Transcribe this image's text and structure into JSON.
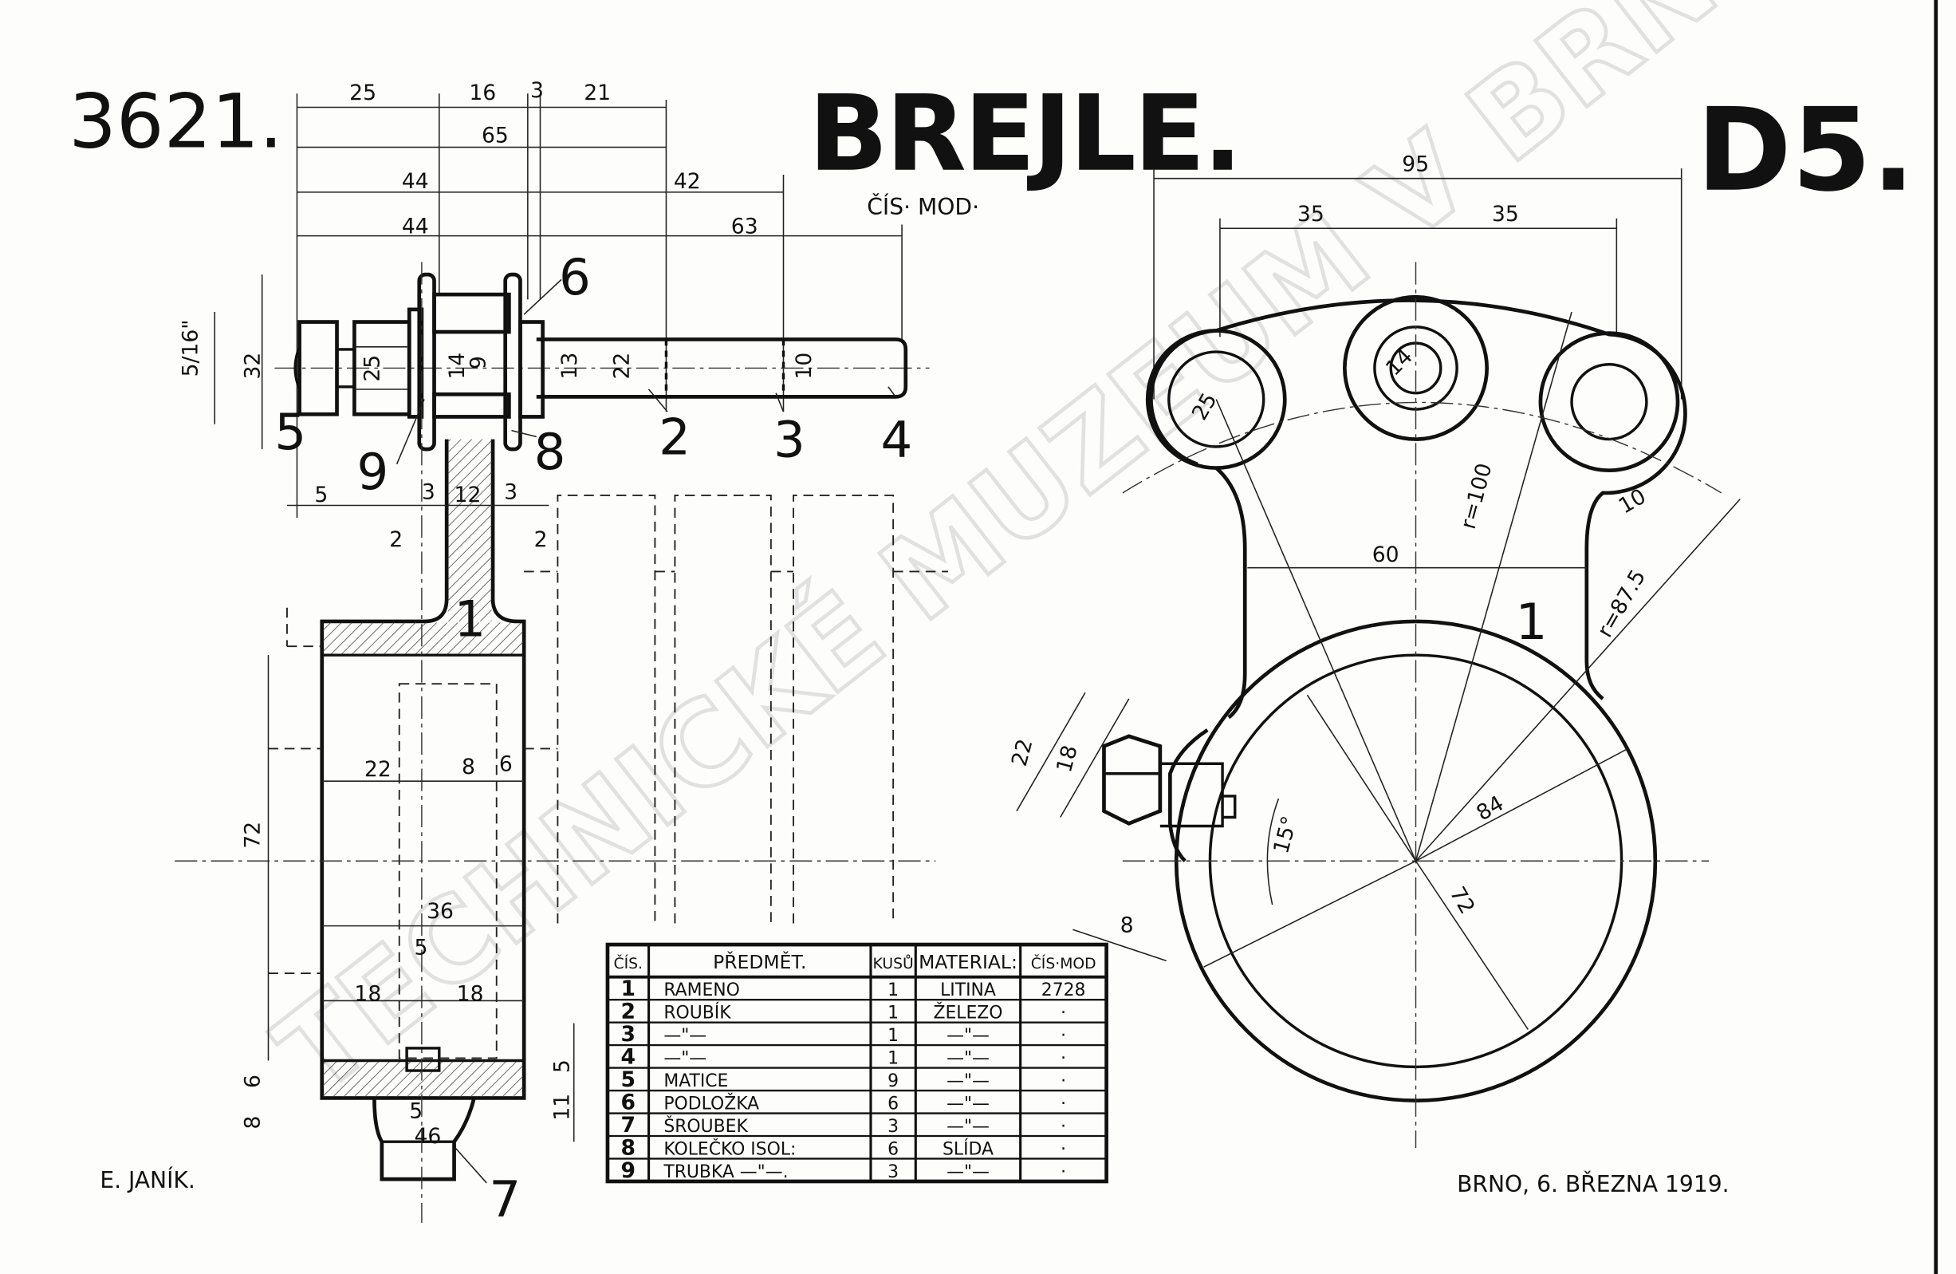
{
  "header": {
    "drawing_number": "3621.",
    "title": "BREJLE.",
    "sheet": "D5.",
    "model_label": "ČÍS· MOD·"
  },
  "footer": {
    "author": "E. JANÍK.",
    "place_date": "BRNO, 6. BŘEZNA 1919."
  },
  "watermark": "TECHNICKÉ MUZEUM V BRNĚ",
  "side_view": {
    "top_dims": [
      "25",
      "16",
      "3",
      "21",
      "65",
      "44",
      "42",
      "44",
      "63"
    ],
    "shaft_dims": [
      "5/16\"",
      "32",
      "25",
      "14",
      "9",
      "13",
      "22",
      "10"
    ],
    "stem_dims": [
      "5",
      "3",
      "12",
      "3",
      "2",
      "2"
    ],
    "body_dims": [
      "22",
      "8",
      "6",
      "72",
      "36",
      "5",
      "18",
      "18",
      "6",
      "8",
      "5",
      "46",
      "5",
      "11"
    ],
    "part_callouts": [
      "1",
      "2",
      "3",
      "4",
      "5",
      "6",
      "7",
      "8",
      "9"
    ]
  },
  "front_view": {
    "dims": [
      "95",
      "35",
      "35",
      "14",
      "25",
      "r=100",
      "10",
      "60",
      "r=87.5",
      "22",
      "18",
      "84",
      "15°",
      "72",
      "8"
    ],
    "part_callout": "1"
  },
  "parts_table": {
    "headers": [
      "ČÍS.",
      "PŘEDMĚT.",
      "KUSŮ",
      "MATERIAL:",
      "ČÍS·MOD"
    ],
    "rows": [
      [
        "1",
        "RAMENO",
        "1",
        "LITINA",
        "2728"
      ],
      [
        "2",
        "ROUBÍK",
        "1",
        "ŽELEZO",
        "·"
      ],
      [
        "3",
        "—\"—",
        "1",
        "—\"—",
        "·"
      ],
      [
        "4",
        "—\"—",
        "1",
        "—\"—",
        "·"
      ],
      [
        "5",
        "MATICE",
        "9",
        "—\"—",
        "·"
      ],
      [
        "6",
        "PODLOŽKA",
        "6",
        "—\"—",
        "·"
      ],
      [
        "7",
        "ŠROUBEK",
        "3",
        "—\"—",
        "·"
      ],
      [
        "8",
        "KOLEČKO ISOL:",
        "6",
        "SLÍDA",
        "·"
      ],
      [
        "9",
        "TRUBKA —\"—.",
        "3",
        "—\"—",
        "·"
      ]
    ]
  }
}
